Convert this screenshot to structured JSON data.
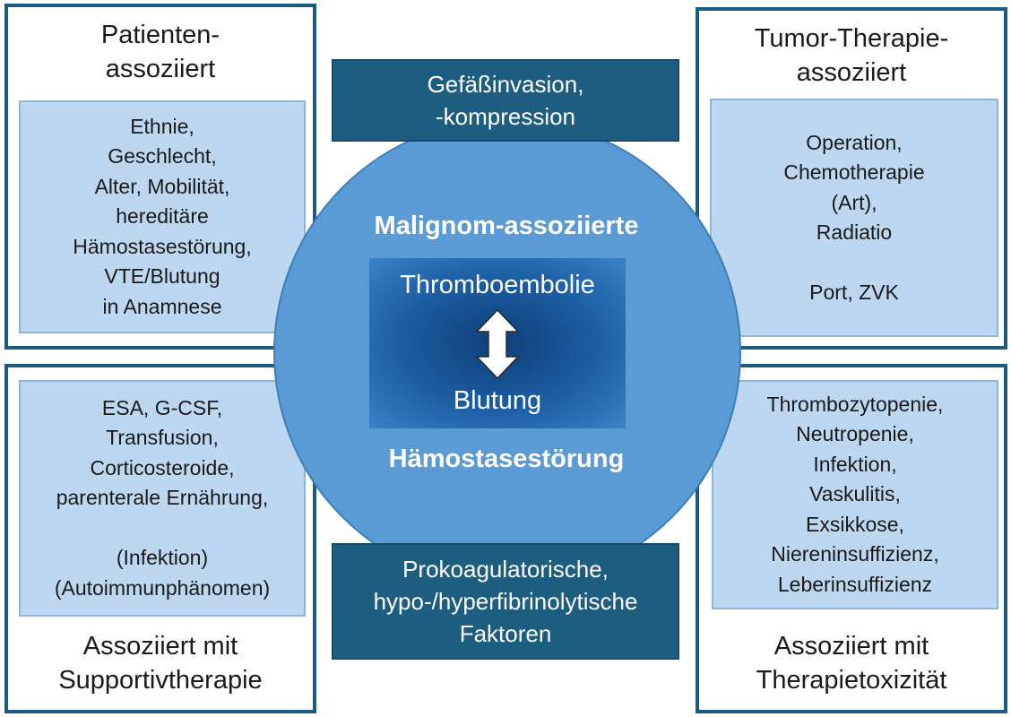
{
  "top_left": {
    "title": "Patienten-\nassoziiert",
    "items": "Ethnie,\nGeschlecht,\nAlter, Mobilität,\nhereditäre\nHämostasestörung,\nVTE/Blutung\nin Anamnese"
  },
  "top_right": {
    "title": "Tumor-Therapie-\nassoziiert",
    "items": "Operation,\nChemotherapie\n(Art),\nRadiatio\n\nPort, ZVK"
  },
  "bottom_left": {
    "title": "Assoziiert mit\nSupportivtherapie",
    "items": "ESA, G-CSF,\nTransfusion,\nCorticosteroide,\nparenterale Ernährung,\n\n(Infektion)\n(Autoimmunphänomen)"
  },
  "bottom_right": {
    "title": "Assoziiert mit\nTherapietoxizität",
    "items": "Thrombozytopenie,\nNeutropenie,\nInfektion,\nVaskulitis,\nExsikkose,\nNiereninsuffizienz,\nLeberinsuffizienz"
  },
  "center": {
    "top_title": "Malignom-assoziierte",
    "bottom_title": "Hämostasestörung",
    "inner_top": "Thromboembolie",
    "inner_bottom": "Blutung"
  },
  "top_banner": "Gefäßinvasion,\n-kompression",
  "bottom_banner": "Prokoagulatorische,\nhypo-/hyperfibrinolytische\nFaktoren",
  "colors": {
    "frame": "#1d5a7d",
    "inner_box": "#bcd7ef",
    "circle": "#5b9bd5",
    "banner": "#1d5d80"
  },
  "icons": {
    "center": "double-arrow-vertical-icon"
  }
}
